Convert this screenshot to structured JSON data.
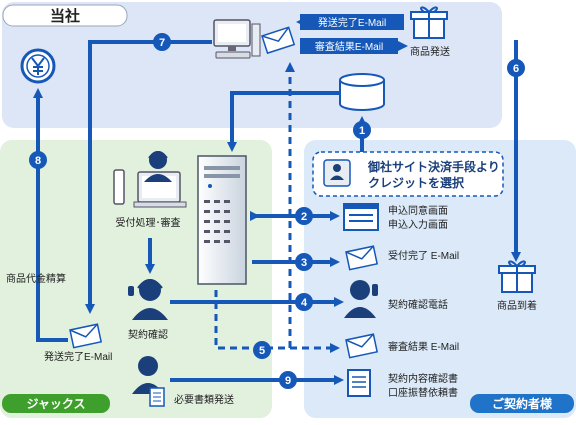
{
  "zones": {
    "company": "当社",
    "jacks": "ジャックス",
    "contractor": "ご契約者様"
  },
  "labels": {
    "shipping_complete_email_top": "発送完了E-Mail",
    "review_result_email_top": "審査結果E-Mail",
    "product_shipment": "商品発送",
    "reception_review": "受付処理･審査",
    "payment_selection": "御社サイト決済手段より\nクレジットを選択",
    "application_screens": "申込同意画面\n申込入力画面",
    "reception_complete_email": "受付完了 E-Mail",
    "contract_confirm": "契約確認",
    "contract_confirm_call": "契約確認電話",
    "review_result_email": "審査結果 E-Mail",
    "product_arrival": "商品到着",
    "product_payment_settlement": "商品代金精算",
    "shipping_complete_email_bottom": "発送完了E-Mail",
    "required_documents": "必要書類発送",
    "contract_documents": "契約内容確認書\n口座振替依頼書"
  },
  "steps": [
    "1",
    "2",
    "3",
    "4",
    "5",
    "6",
    "7",
    "8",
    "9"
  ],
  "colors": {
    "company_bg": "#dde6f6",
    "jacks_bg": "#e2f0de",
    "contractor_bg": "#dbe9f8",
    "arrow": "#1558b8",
    "label_green": "#3f9f2c",
    "label_blue": "#1f73c8"
  },
  "icons": [
    "yen-coin-icon",
    "computer-icon",
    "envelope-icon",
    "gift-box-icon",
    "server-icon",
    "database-icon",
    "operator-icon",
    "person-icon",
    "form-screen-icon",
    "document-icon"
  ]
}
